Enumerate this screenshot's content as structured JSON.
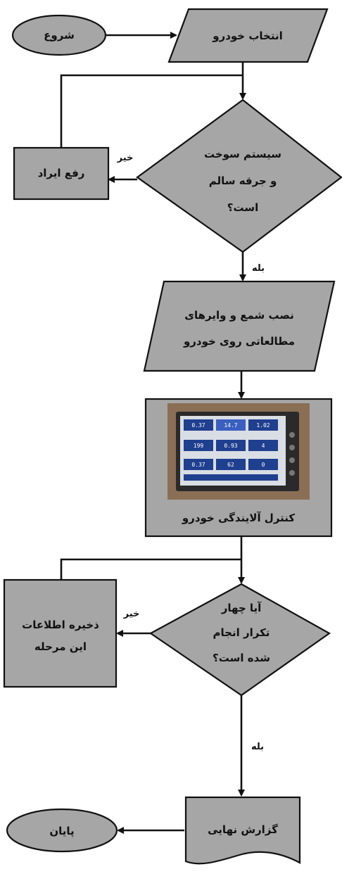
{
  "nodes": {
    "start": "شروع",
    "select_vehicle": "انتخاب خودرو",
    "check_system": [
      "سیستم سوخت",
      "و جرقه سالم",
      "است؟"
    ],
    "fix_defect": "رفع ایراد",
    "install_sensors": [
      "نصب شمع و وایرهای",
      "مطالعاتی روی خودرو"
    ],
    "emission_control": "کنترل آلایندگی خودرو",
    "repeat_check": [
      "آیا چهار",
      "تکرار انجام",
      "شده است؟"
    ],
    "save_data": [
      "ذخیره اطلاعات",
      "این مرحله"
    ],
    "final_report": "گزارش نهایی",
    "end": "پایان"
  },
  "edges": {
    "yes": "بله",
    "no": "خیر"
  },
  "analyzer_screen": {
    "rows": [
      [
        "0.37",
        "14.7",
        "1.02"
      ],
      [
        "199",
        "0.93",
        "4"
      ],
      [
        "0.37",
        "62",
        "0"
      ]
    ]
  },
  "colors": {
    "node_fill": "#a6a6a6",
    "stroke": "#111111",
    "background": "#ffffff"
  }
}
